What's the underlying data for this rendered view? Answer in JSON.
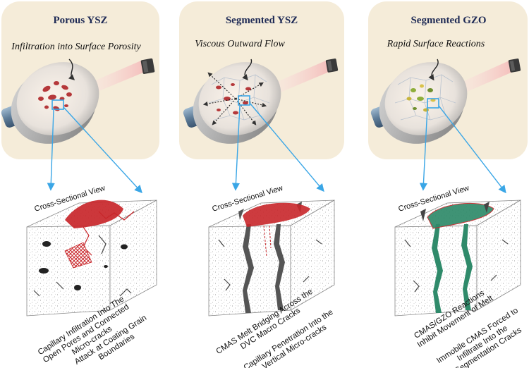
{
  "panels": [
    {
      "title": "Porous YSZ",
      "subtitle": "Infiltration into Surface Porosity",
      "view_label": "Cross-Sectional View",
      "captions": [
        [
          "Capillary Infiltration Into The",
          "Open Pores and Connected",
          "Micro-cracks"
        ],
        [
          "Attack at Coating Grain",
          "Boundaries"
        ]
      ]
    },
    {
      "title": "Segmented YSZ",
      "subtitle": "Viscous Outward Flow",
      "view_label": "Cross-Sectional View",
      "captions": [
        [
          "CMAS Melt Bridging Across the",
          "DVC Macro Cracks"
        ],
        [
          "Capillary Penetration Into the",
          "Vertical Micro-cracks"
        ]
      ]
    },
    {
      "title": "Segmented GZO",
      "subtitle": "Rapid Surface Reactions",
      "view_label": "Cross-Sectional View",
      "captions": [
        [
          "CMAS/GZO Reactions",
          "Inhibit Movement of Melt"
        ],
        [
          "Immobile CMAS Forced to",
          "Infiltrate Into the",
          "Segmentation Cracks"
        ]
      ]
    }
  ],
  "colors": {
    "panel_bg": "#f5ecd9",
    "title": "#1e2a55",
    "arrow": "#3aa6e6",
    "melt_red": "#c8262a",
    "melt_green": "#2f8a6a"
  }
}
